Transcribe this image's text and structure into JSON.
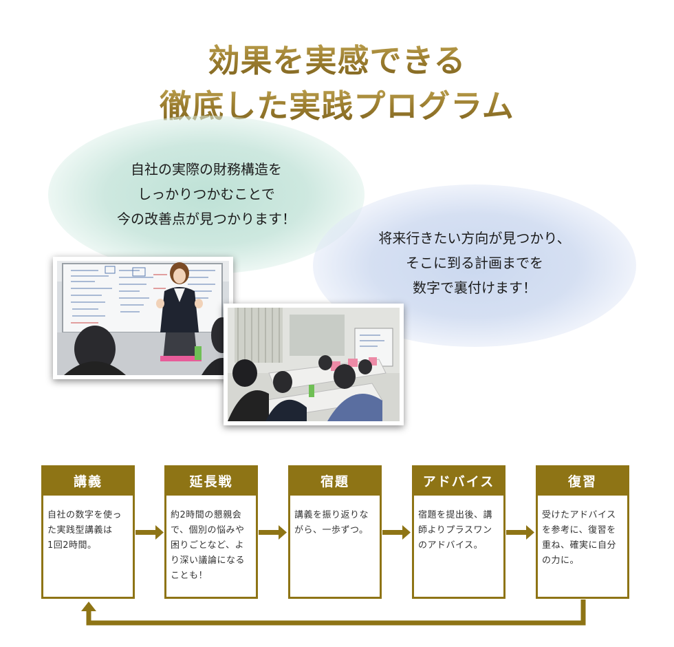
{
  "headline": {
    "line1": "効果を実感できる",
    "line2": "徹底した実践プログラム"
  },
  "bubbles": {
    "green": [
      "自社の実際の財務構造を",
      "しっかりつかむことで",
      "今の改善点が見つかります！"
    ],
    "blue": [
      "将来行きたい方向が見つかり、",
      "そこに到る計画までを",
      "数字で裏付けます！"
    ]
  },
  "steps": [
    {
      "title": "講義",
      "body": "自社の数字を使った実践型講義は\n1回2時間。"
    },
    {
      "title": "延長戦",
      "body": "約2時間の懇親会で、個別の悩みや困りごとなど、より深い議論になることも！"
    },
    {
      "title": "宿題",
      "body": "講義を振り返りながら、一歩ずつ。"
    },
    {
      "title": "アドバイス",
      "body": "宿題を提出後、講師よりプラスワンのアドバイス。"
    },
    {
      "title": "復習",
      "body": "受けたアドバイスを参考に、復習を重ね、確実に自分の力に。"
    }
  ],
  "colors": {
    "accent": "#8e7415",
    "title_gold": "#a58a3c",
    "bubble_green": "#bbe0d4",
    "bubble_blue": "#c8d6ee"
  }
}
